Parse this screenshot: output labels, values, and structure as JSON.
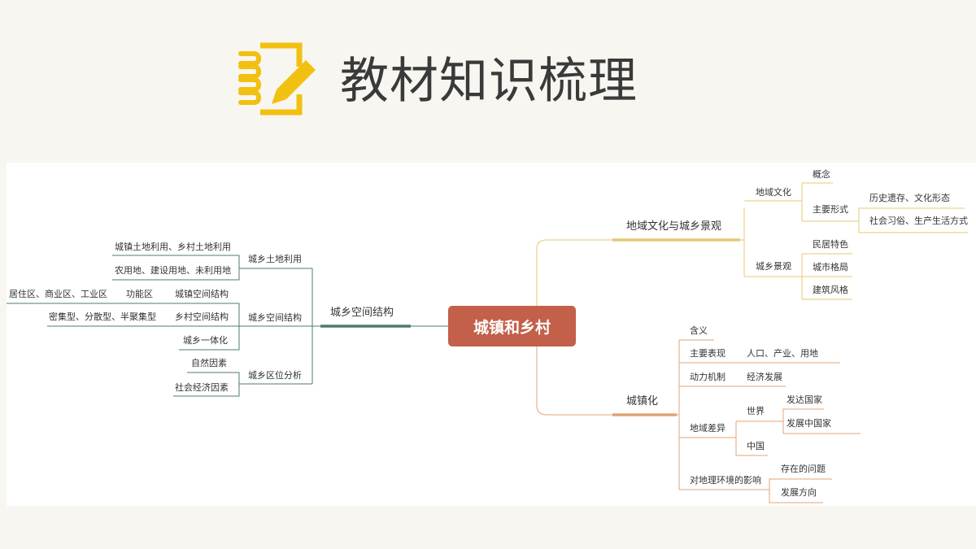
{
  "header": {
    "title": "教材知识梳理",
    "icon": "notebook-pencil-icon",
    "icon_color": "#f2c010"
  },
  "mindmap": {
    "root": "城镇和乡村",
    "colors": {
      "root": "#c2604a",
      "right_top_branch": "#e5c872",
      "right_bottom_branch": "#e0a47a",
      "left_branch": "#4e7d68"
    },
    "right_top": {
      "label": "地域文化与城乡景观",
      "culture": {
        "label": "地域文化",
        "concept": "概念",
        "forms": {
          "label": "主要形式",
          "items": [
            "历史遗存、文化形态",
            "社会习俗、生产生活方式"
          ]
        }
      },
      "landscape": {
        "label": "城乡景观",
        "items": [
          "民居特色",
          "城市格局",
          "建筑风格"
        ]
      }
    },
    "right_bottom": {
      "label": "城镇化",
      "meaning": "含义",
      "performance": {
        "label": "主要表现",
        "value": "人口、产业、用地"
      },
      "dynamics": {
        "label": "动力机制",
        "value": "经济发展"
      },
      "regional": {
        "label": "地域差异",
        "world": {
          "label": "世界",
          "items": [
            "发达国家",
            "发展中国家"
          ]
        },
        "china": "中国"
      },
      "impact": {
        "label": "对地理环境的影响",
        "items": [
          "存在的问题",
          "发展方向"
        ]
      }
    },
    "left": {
      "label": "城乡空间结构",
      "land_use": {
        "label": "城乡土地利用",
        "items": [
          "城镇土地利用、乡村土地利用",
          "农用地、建设用地、未利用地"
        ]
      },
      "spatial": {
        "label": "城乡空间结构",
        "urban": {
          "label": "城镇空间结构",
          "sub": "功能区",
          "subsub": "居住区、商业区、工业区"
        },
        "rural": {
          "label": "乡村空间结构",
          "sub": "密集型、分散型、半聚集型"
        },
        "integration": "城乡一体化"
      },
      "location": {
        "label": "城乡区位分析",
        "items": [
          "自然因素",
          "社会经济因素"
        ]
      }
    }
  }
}
